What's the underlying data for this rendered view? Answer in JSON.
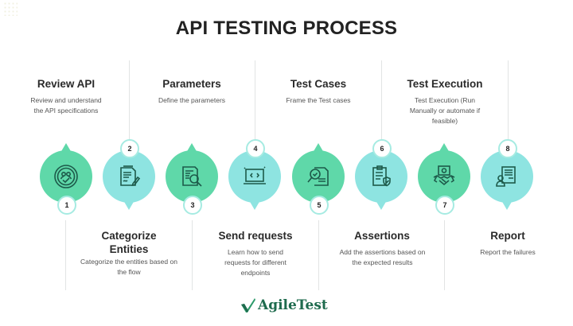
{
  "title": "API TESTING PROCESS",
  "colors": {
    "green": "#5fd8a9",
    "cyan": "#8ee4e1",
    "icon_stroke": "#1d5a4a",
    "logo": "#1f6b4e"
  },
  "steps": [
    {
      "number": "1",
      "title": "Review API",
      "description": "Review and understand the API specifications",
      "icon": "review-api-icon",
      "position": "top",
      "color": "green"
    },
    {
      "number": "2",
      "title": "Categorize Entities",
      "description": "Categorize the entities based on the flow",
      "icon": "document-edit-icon",
      "position": "bottom",
      "color": "cyan"
    },
    {
      "number": "3",
      "title": "Parameters",
      "description": "Define the parameters",
      "icon": "document-search-icon",
      "position": "top",
      "color": "green"
    },
    {
      "number": "4",
      "title": "Send requests",
      "description": "Learn how to send requests for different endpoints",
      "icon": "laptop-code-icon",
      "position": "bottom",
      "color": "cyan"
    },
    {
      "number": "5",
      "title": "Test Cases",
      "description": "Frame the Test cases",
      "icon": "magnifier-document-icon",
      "position": "top",
      "color": "green"
    },
    {
      "number": "6",
      "title": "Assertions",
      "description": "Add the assertions based on the expected results",
      "icon": "clipboard-shield-icon",
      "position": "bottom",
      "color": "cyan"
    },
    {
      "number": "7",
      "title": "Test Execution",
      "description": "Test Execution (Run Manually or automate if feasible)",
      "icon": "handshake-icon",
      "position": "top",
      "color": "green"
    },
    {
      "number": "8",
      "title": "Report",
      "description": "Report the failures",
      "icon": "report-user-icon",
      "position": "bottom",
      "color": "cyan"
    }
  ],
  "logo": {
    "text": "AgileTest",
    "icon": "checkmark-logo-icon"
  }
}
